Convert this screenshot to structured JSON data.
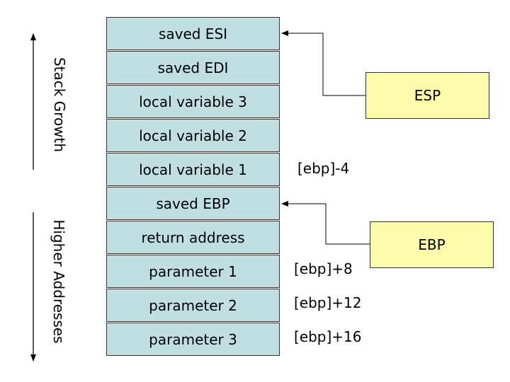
{
  "side_labels": {
    "growth": "Stack Growth",
    "addresses": "Higher Addresses"
  },
  "stack": [
    "saved ESI",
    "saved EDI",
    "local variable 3",
    "local variable 2",
    "local variable 1",
    "saved EBP",
    "return address",
    "parameter 1",
    "parameter 2",
    "parameter 3"
  ],
  "offsets": {
    "local_var_1": "[ebp]-4",
    "param_1": "[ebp]+8",
    "param_2": "[ebp]+12",
    "param_3": "[ebp]+16"
  },
  "registers": {
    "esp": "ESP",
    "ebp": "EBP"
  },
  "colors": {
    "stack_fill": "#bfdfe1",
    "register_fill": "#fbfbaa"
  }
}
